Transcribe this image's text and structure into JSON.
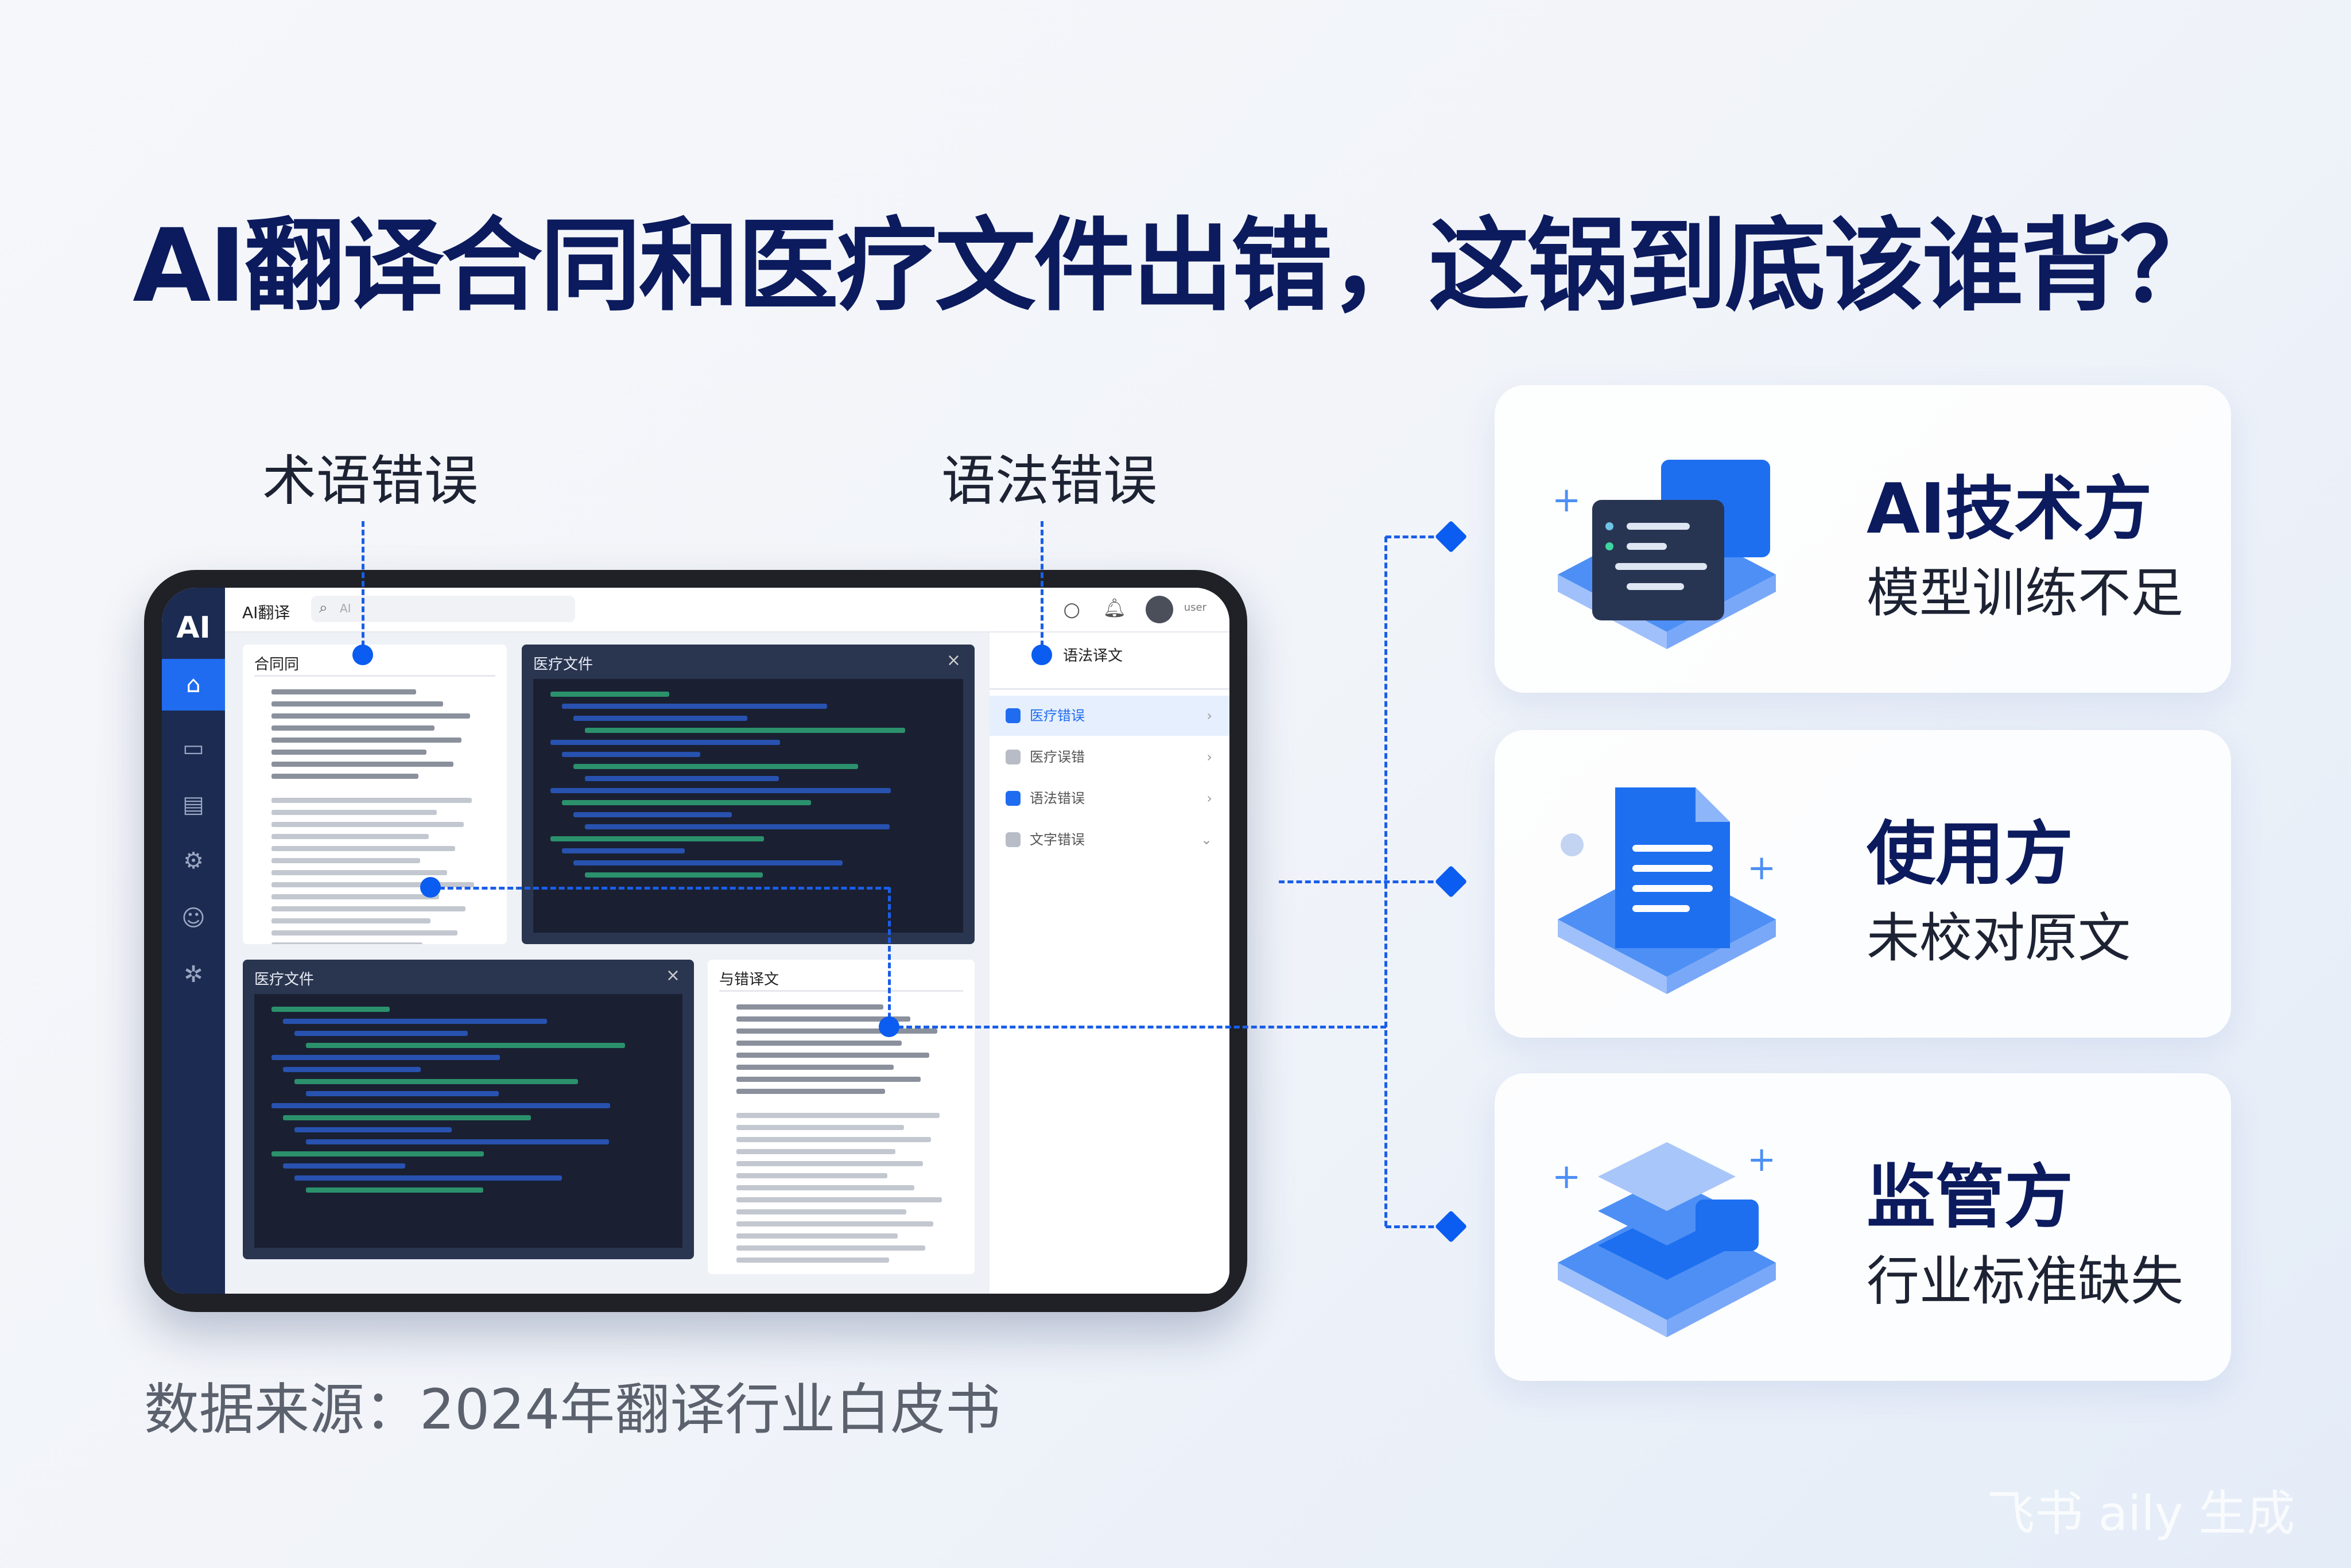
{
  "title": "AI翻译合同和医疗文件出错，这锅到底该谁背？",
  "labels": {
    "term_error": "术语错误",
    "grammar_error": "语法错误"
  },
  "app": {
    "logo": "AI",
    "app_name": "AI翻译",
    "search_placeholder": "AI",
    "user_name": "user",
    "panels": {
      "contract": "合同同",
      "medical_1": "医疗文件",
      "medical_2": "医疗文件",
      "translation": "与错译文",
      "right_header": "语法译文"
    },
    "menu": [
      {
        "label": "医疗错误",
        "active": true
      },
      {
        "label": "医疗误错",
        "active": false
      },
      {
        "label": "语法错误",
        "active": false
      },
      {
        "label": "文字错误",
        "active": false
      }
    ],
    "close_label": "×"
  },
  "cards": [
    {
      "title": "AI技术方",
      "subtitle": "模型训练不足",
      "icon": "chat-document-icon"
    },
    {
      "title": "使用方",
      "subtitle": "未校对原文",
      "icon": "document-icon"
    },
    {
      "title": "监管方",
      "subtitle": "行业标准缺失",
      "icon": "database-icon"
    }
  ],
  "source": "数据来源：2024年翻译行业白皮书",
  "watermark": "飞书 aily 生成",
  "colors": {
    "accent": "#0b5cf0",
    "navy": "#0c1b5e"
  }
}
